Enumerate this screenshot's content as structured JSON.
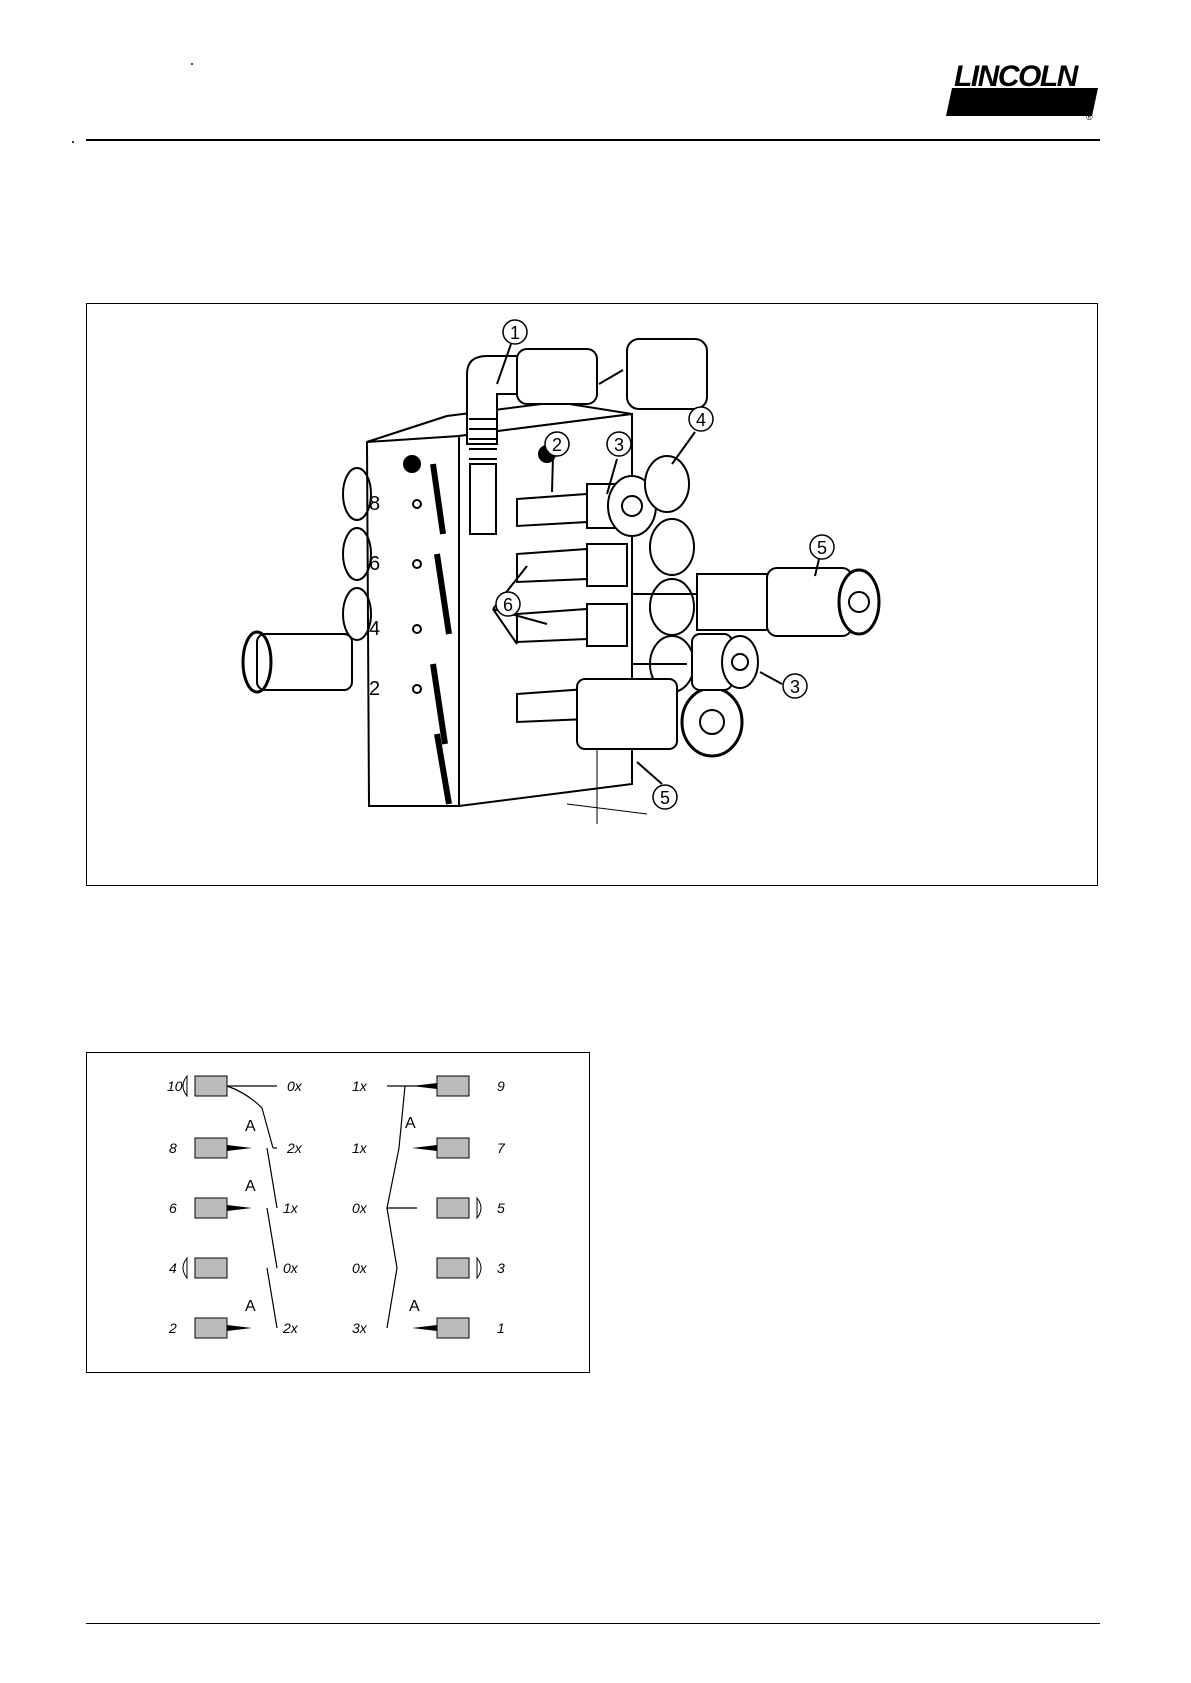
{
  "header": {
    "logo_text": "LINCOLN",
    "logo_mark": "®"
  },
  "figure1": {
    "callouts": [
      "1",
      "2",
      "3",
      "4",
      "5",
      "6",
      "3",
      "5"
    ],
    "block_numbers": [
      "8",
      "6",
      "4",
      "2"
    ]
  },
  "figure2": {
    "left_rows": [
      {
        "outlet": "10",
        "amount": "0x",
        "part": "plug"
      },
      {
        "outlet": "8",
        "amount": "2x",
        "part": "fitting",
        "label": "A"
      },
      {
        "outlet": "6",
        "amount": "1x",
        "part": "fitting",
        "label": "A"
      },
      {
        "outlet": "4",
        "amount": "0x",
        "part": "plug"
      },
      {
        "outlet": "2",
        "amount": "2x",
        "part": "fitting",
        "label": "A"
      }
    ],
    "right_rows": [
      {
        "outlet": "9",
        "amount": "1x",
        "part": "fitting",
        "label": "A"
      },
      {
        "outlet": "7",
        "amount": "1x",
        "part": "fitting"
      },
      {
        "outlet": "5",
        "amount": "0x",
        "part": "plug"
      },
      {
        "outlet": "3",
        "amount": "0x",
        "part": "plug"
      },
      {
        "outlet": "1",
        "amount": "3x",
        "part": "fitting",
        "label": "A"
      }
    ]
  }
}
